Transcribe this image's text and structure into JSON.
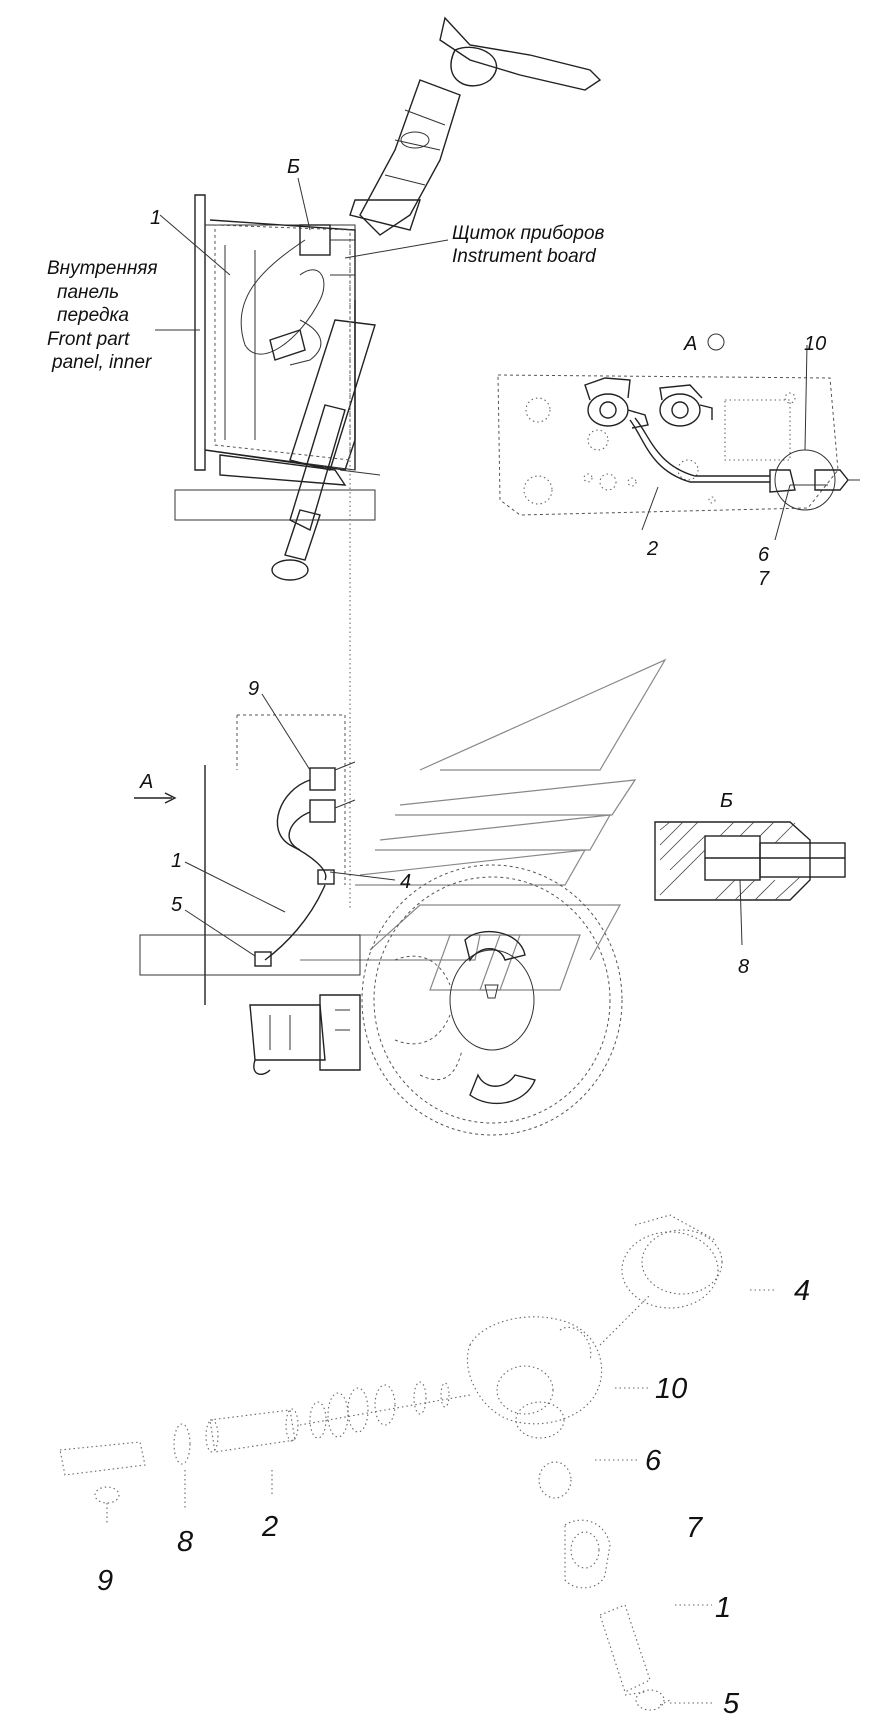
{
  "labels": {
    "inner_panel_ru": [
      "Внутренняя",
      "панель",
      "передка"
    ],
    "inner_panel_en": [
      "Front part",
      "panel, inner"
    ],
    "instrument_ru": "Щиток приборов",
    "instrument_en": "Instrument board",
    "view_b": "Б",
    "view_a": "А",
    "arrow_a": "А",
    "section_b": "Б"
  },
  "callouts": {
    "top_1": "1",
    "detail_a_10": "10",
    "detail_a_2": "2",
    "detail_a_6": "6",
    "detail_a_7": "7",
    "mid_9": "9",
    "mid_1": "1",
    "mid_5": "5",
    "mid_4": "4",
    "section_8": "8",
    "exp_4": "4",
    "exp_10": "10",
    "exp_6": "6",
    "exp_7": "7",
    "exp_1": "1",
    "exp_5": "5",
    "exp_2": "2",
    "exp_8": "8",
    "exp_9": "9"
  }
}
